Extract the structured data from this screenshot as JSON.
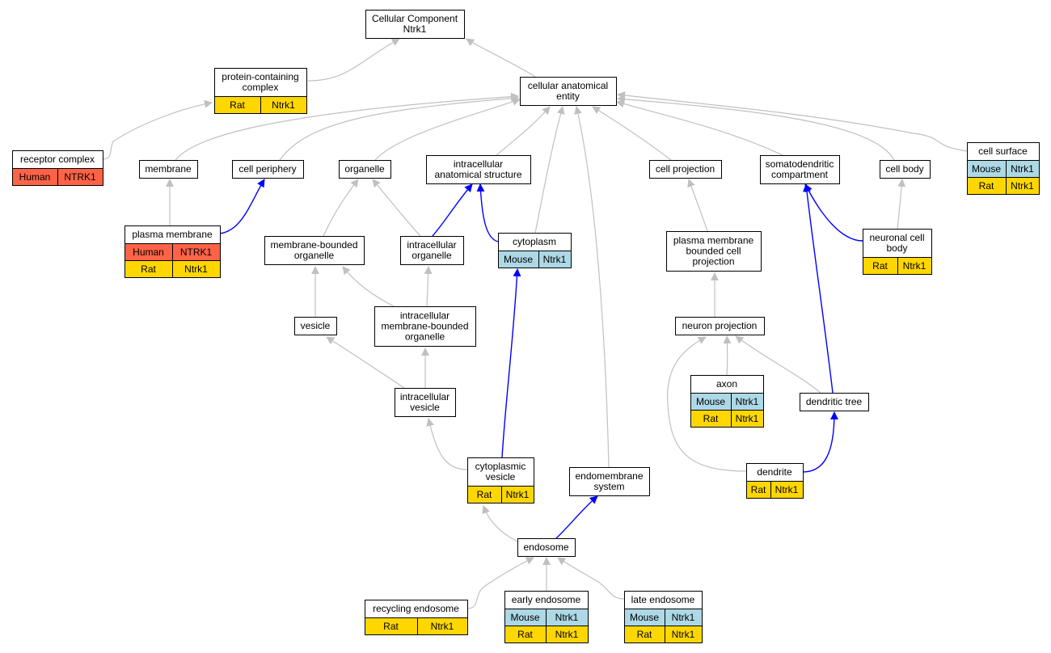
{
  "colors": {
    "human": "#ff6347",
    "mouse": "#add8e6",
    "rat": "#ffd700",
    "edge_isa": "#c0c0c0",
    "edge_partof": "#0000ff",
    "node_fill": "#ffffff",
    "node_stroke": "#000000"
  },
  "nodes": [
    {
      "id": "root",
      "lines": [
        "Cellular Component",
        "Ntrk1"
      ],
      "species": []
    },
    {
      "id": "protein_complex",
      "lines": [
        "protein-containing",
        "complex"
      ],
      "species": [
        [
          "Rat",
          "Ntrk1"
        ]
      ]
    },
    {
      "id": "cae",
      "lines": [
        "cellular anatomical",
        "entity"
      ],
      "species": []
    },
    {
      "id": "receptor_complex",
      "lines": [
        "receptor complex"
      ],
      "species": [
        [
          "Human",
          "NTRK1"
        ]
      ]
    },
    {
      "id": "membrane",
      "lines": [
        "membrane"
      ],
      "species": []
    },
    {
      "id": "cell_periphery",
      "lines": [
        "cell periphery"
      ],
      "species": []
    },
    {
      "id": "organelle",
      "lines": [
        "organelle"
      ],
      "species": []
    },
    {
      "id": "ias",
      "lines": [
        "intracellular",
        "anatomical structure"
      ],
      "species": []
    },
    {
      "id": "cell_projection",
      "lines": [
        "cell projection"
      ],
      "species": []
    },
    {
      "id": "somatodendritic",
      "lines": [
        "somatodendritic",
        "compartment"
      ],
      "species": []
    },
    {
      "id": "cell_body",
      "lines": [
        "cell body"
      ],
      "species": []
    },
    {
      "id": "cell_surface",
      "lines": [
        "cell surface"
      ],
      "species": [
        [
          "Mouse",
          "Ntrk1"
        ],
        [
          "Rat",
          "Ntrk1"
        ]
      ]
    },
    {
      "id": "plasma_membrane",
      "lines": [
        "plasma membrane"
      ],
      "species": [
        [
          "Human",
          "NTRK1"
        ],
        [
          "Rat",
          "Ntrk1"
        ]
      ]
    },
    {
      "id": "mbo",
      "lines": [
        "membrane-bounded",
        "organelle"
      ],
      "species": []
    },
    {
      "id": "intra_organelle",
      "lines": [
        "intracellular",
        "organelle"
      ],
      "species": []
    },
    {
      "id": "cytoplasm",
      "lines": [
        "cytoplasm"
      ],
      "species": [
        [
          "Mouse",
          "Ntrk1"
        ]
      ]
    },
    {
      "id": "pmbcp",
      "lines": [
        "plasma membrane",
        "bounded cell",
        "projection"
      ],
      "species": []
    },
    {
      "id": "neuronal_cell_body",
      "lines": [
        "neuronal cell",
        "body"
      ],
      "species": [
        [
          "Rat",
          "Ntrk1"
        ]
      ]
    },
    {
      "id": "vesicle",
      "lines": [
        "vesicle"
      ],
      "species": []
    },
    {
      "id": "imbo",
      "lines": [
        "intracellular",
        "membrane-bounded",
        "organelle"
      ],
      "species": []
    },
    {
      "id": "neuron_projection",
      "lines": [
        "neuron projection"
      ],
      "species": []
    },
    {
      "id": "axon",
      "lines": [
        "axon"
      ],
      "species": [
        [
          "Mouse",
          "Ntrk1"
        ],
        [
          "Rat",
          "Ntrk1"
        ]
      ]
    },
    {
      "id": "dendritic_tree",
      "lines": [
        "dendritic tree"
      ],
      "species": []
    },
    {
      "id": "intra_vesicle",
      "lines": [
        "intracellular",
        "vesicle"
      ],
      "species": []
    },
    {
      "id": "cyto_vesicle",
      "lines": [
        "cytoplasmic",
        "vesicle"
      ],
      "species": [
        [
          "Rat",
          "Ntrk1"
        ]
      ]
    },
    {
      "id": "endomembrane",
      "lines": [
        "endomembrane",
        "system"
      ],
      "species": []
    },
    {
      "id": "dendrite",
      "lines": [
        "dendrite"
      ],
      "species": [
        [
          "Rat",
          "Ntrk1"
        ]
      ]
    },
    {
      "id": "endosome",
      "lines": [
        "endosome"
      ],
      "species": []
    },
    {
      "id": "recycling_endosome",
      "lines": [
        "recycling endosome"
      ],
      "species": [
        [
          "Rat",
          "Ntrk1"
        ]
      ]
    },
    {
      "id": "early_endosome",
      "lines": [
        "early endosome"
      ],
      "species": [
        [
          "Mouse",
          "Ntrk1"
        ],
        [
          "Rat",
          "Ntrk1"
        ]
      ]
    },
    {
      "id": "late_endosome",
      "lines": [
        "late endosome"
      ],
      "species": [
        [
          "Mouse",
          "Ntrk1"
        ],
        [
          "Rat",
          "Ntrk1"
        ]
      ]
    }
  ],
  "edges": [
    {
      "from": "protein_complex",
      "to": "root",
      "kind": "is_a"
    },
    {
      "from": "cae",
      "to": "root",
      "kind": "is_a"
    },
    {
      "from": "receptor_complex",
      "to": "protein_complex",
      "kind": "is_a"
    },
    {
      "from": "membrane",
      "to": "cae",
      "kind": "is_a"
    },
    {
      "from": "cell_periphery",
      "to": "cae",
      "kind": "is_a"
    },
    {
      "from": "organelle",
      "to": "cae",
      "kind": "is_a"
    },
    {
      "from": "ias",
      "to": "cae",
      "kind": "is_a"
    },
    {
      "from": "cytoplasm",
      "to": "cae",
      "kind": "is_a"
    },
    {
      "from": "endomembrane",
      "to": "cae",
      "kind": "is_a"
    },
    {
      "from": "cell_projection",
      "to": "cae",
      "kind": "is_a"
    },
    {
      "from": "somatodendritic",
      "to": "cae",
      "kind": "is_a"
    },
    {
      "from": "cell_body",
      "to": "cae",
      "kind": "is_a"
    },
    {
      "from": "cell_surface",
      "to": "cae",
      "kind": "is_a"
    },
    {
      "from": "plasma_membrane",
      "to": "membrane",
      "kind": "is_a"
    },
    {
      "from": "plasma_membrane",
      "to": "cell_periphery",
      "kind": "part_of"
    },
    {
      "from": "mbo",
      "to": "organelle",
      "kind": "is_a"
    },
    {
      "from": "intra_organelle",
      "to": "organelle",
      "kind": "is_a"
    },
    {
      "from": "intra_organelle",
      "to": "ias",
      "kind": "part_of"
    },
    {
      "from": "cytoplasm",
      "to": "ias",
      "kind": "part_of"
    },
    {
      "from": "pmbcp",
      "to": "cell_projection",
      "kind": "is_a"
    },
    {
      "from": "neuronal_cell_body",
      "to": "cell_body",
      "kind": "is_a"
    },
    {
      "from": "neuronal_cell_body",
      "to": "somatodendritic",
      "kind": "part_of"
    },
    {
      "from": "vesicle",
      "to": "mbo",
      "kind": "is_a"
    },
    {
      "from": "imbo",
      "to": "mbo",
      "kind": "is_a"
    },
    {
      "from": "imbo",
      "to": "intra_organelle",
      "kind": "is_a"
    },
    {
      "from": "neuron_projection",
      "to": "pmbcp",
      "kind": "is_a"
    },
    {
      "from": "axon",
      "to": "neuron_projection",
      "kind": "is_a"
    },
    {
      "from": "dendritic_tree",
      "to": "neuron_projection",
      "kind": "is_a"
    },
    {
      "from": "dendritic_tree",
      "to": "somatodendritic",
      "kind": "part_of"
    },
    {
      "from": "intra_vesicle",
      "to": "vesicle",
      "kind": "is_a"
    },
    {
      "from": "intra_vesicle",
      "to": "imbo",
      "kind": "is_a"
    },
    {
      "from": "cyto_vesicle",
      "to": "intra_vesicle",
      "kind": "is_a"
    },
    {
      "from": "cyto_vesicle",
      "to": "cytoplasm",
      "kind": "part_of"
    },
    {
      "from": "dendrite",
      "to": "neuron_projection",
      "kind": "is_a"
    },
    {
      "from": "dendrite",
      "to": "dendritic_tree",
      "kind": "part_of"
    },
    {
      "from": "endosome",
      "to": "cyto_vesicle",
      "kind": "is_a"
    },
    {
      "from": "endosome",
      "to": "endomembrane",
      "kind": "part_of"
    },
    {
      "from": "recycling_endosome",
      "to": "endosome",
      "kind": "is_a"
    },
    {
      "from": "early_endosome",
      "to": "endosome",
      "kind": "is_a"
    },
    {
      "from": "late_endosome",
      "to": "endosome",
      "kind": "is_a"
    }
  ]
}
